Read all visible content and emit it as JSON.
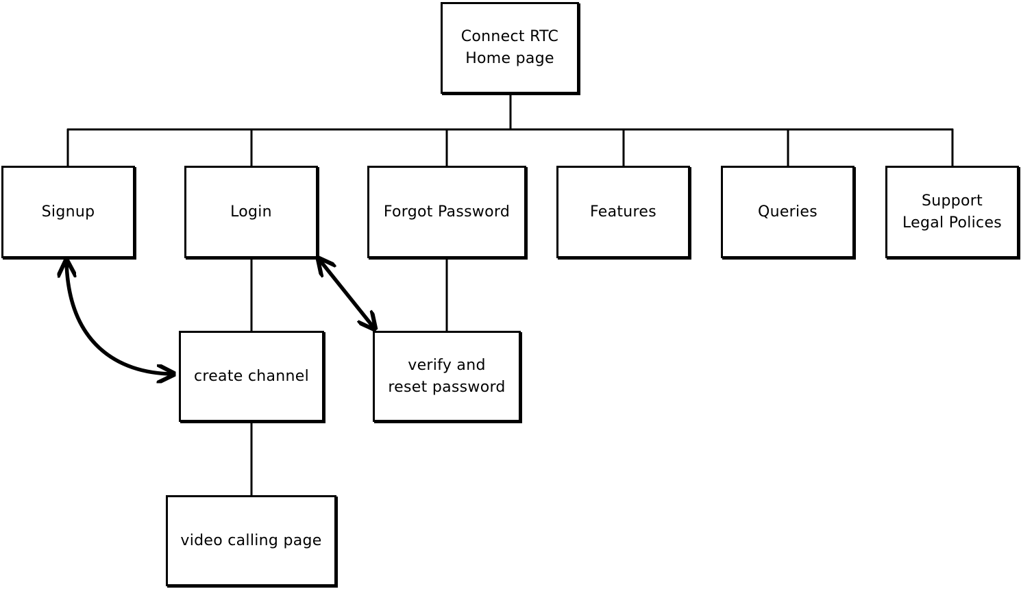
{
  "diagram": {
    "nodes": {
      "home": "Connect RTC\nHome page",
      "signup": "Signup",
      "login": "Login",
      "forgot_password": "Forgot Password",
      "features": "Features",
      "queries": "Queries",
      "support": "Support\nLegal Polices",
      "create_channel": "create channel",
      "verify_reset": "verify and\nreset password",
      "video_calling": "video calling page"
    },
    "edges": [
      {
        "from": "home",
        "to": "signup",
        "style": "tree-line"
      },
      {
        "from": "home",
        "to": "login",
        "style": "tree-line"
      },
      {
        "from": "home",
        "to": "forgot_password",
        "style": "tree-line"
      },
      {
        "from": "home",
        "to": "features",
        "style": "tree-line"
      },
      {
        "from": "home",
        "to": "queries",
        "style": "tree-line"
      },
      {
        "from": "home",
        "to": "support",
        "style": "tree-line"
      },
      {
        "from": "login",
        "to": "create_channel",
        "style": "line"
      },
      {
        "from": "forgot_password",
        "to": "verify_reset",
        "style": "line"
      },
      {
        "from": "create_channel",
        "to": "video_calling",
        "style": "line"
      },
      {
        "from": "signup",
        "to": "create_channel",
        "style": "double-arrow"
      },
      {
        "from": "login",
        "to": "verify_reset",
        "style": "double-arrow"
      }
    ],
    "colors": {
      "stroke": "#000000",
      "background": "#ffffff"
    }
  }
}
